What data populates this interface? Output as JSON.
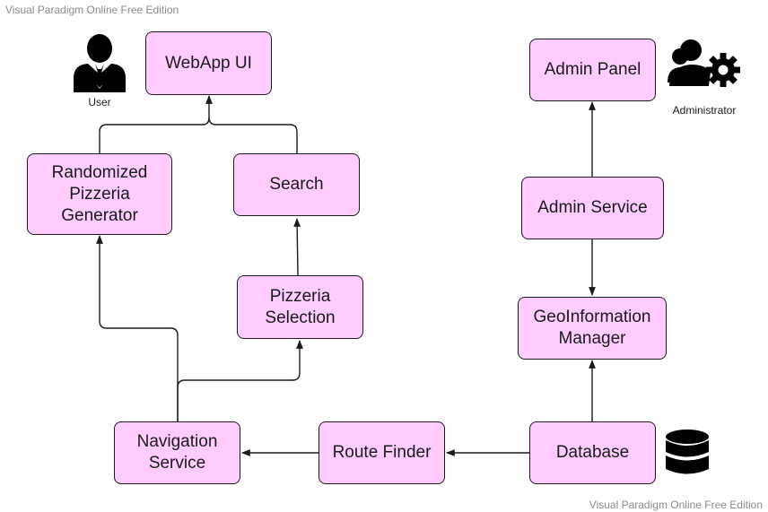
{
  "watermark": {
    "top": "Visual Paradigm Online Free Edition",
    "bottom": "Visual Paradigm Online Free Edition"
  },
  "actors": {
    "user": {
      "label": "User",
      "icon": "user-icon"
    },
    "administrator": {
      "label": "Administrator",
      "icon": "admin-gear-icon"
    },
    "database": {
      "icon": "database-icon"
    }
  },
  "nodes": {
    "webapp_ui": "WebApp UI",
    "randomized_generator": "Randomized\nPizzeria\nGenerator",
    "search": "Search",
    "pizzeria_selection": "Pizzeria\nSelection",
    "navigation_service": "Navigation\nService",
    "route_finder": "Route Finder",
    "database": "Database",
    "admin_panel": "Admin Panel",
    "admin_service": "Admin Service",
    "geoinformation_manager": "GeoInformation\nManager"
  },
  "colors": {
    "node_fill": "#ffccff",
    "stroke": "#1a1a1a",
    "watermark": "#8a8a8a"
  }
}
